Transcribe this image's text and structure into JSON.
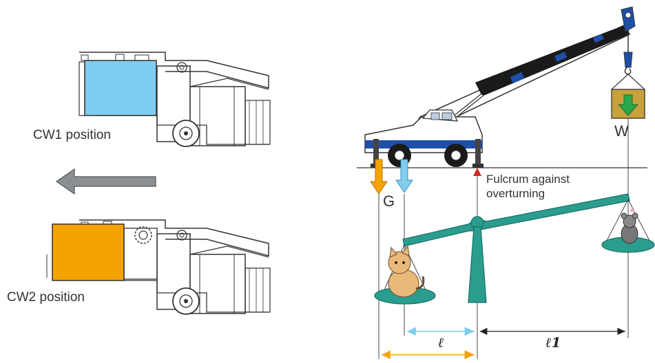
{
  "labels": {
    "cw1": "CW1 position",
    "cw2": "CW2 position",
    "weight_load": "W",
    "weight_counter": "G",
    "fulcrum": "Fulcrum against overturning",
    "arm_left": "ℓ",
    "arm_right": "ℓ1"
  },
  "colors": {
    "cw1_block": "#7fcdf0",
    "cw2_block": "#f5a300",
    "arrow_gray": "#8a8f94",
    "beam": "#2a9d8f",
    "fulcrum_marker": "#d0281e",
    "load_arrow": "#2aa84a",
    "load_box": "#c8a13a",
    "crane_blue": "#1f4fa8",
    "dim_left": "#f5a300",
    "dim_mid": "#7fcdf0"
  }
}
